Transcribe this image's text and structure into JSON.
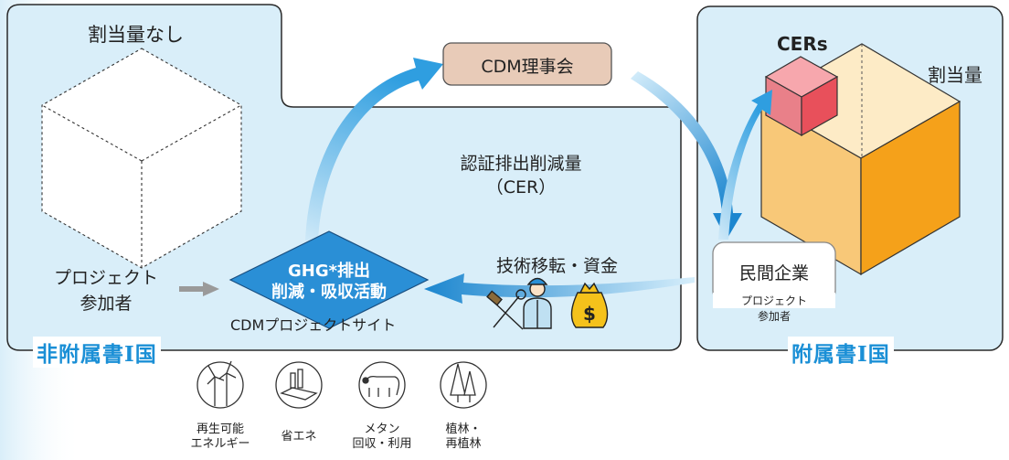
{
  "left_region": {
    "title": "割当量なし",
    "label": "非附属書I国"
  },
  "right_region": {
    "title": "割当量",
    "label": "附属書I国",
    "cers": "CERs"
  },
  "cdm_board": "CDM理事会",
  "cer_label": {
    "line1": "認証排出削減量",
    "line2": "（CER）"
  },
  "ghg_activity": {
    "line1": "GHG*排出",
    "line2": "削減・吸収活動"
  },
  "cdm_site": "CDMプロジェクトサイト",
  "participant": {
    "line1": "プロジェクト",
    "line2": "参加者"
  },
  "tech_transfer": "技術移転・資金",
  "company": {
    "name": "民間企業",
    "sub1": "プロジェクト",
    "sub2": "参加者"
  },
  "icons": [
    {
      "name": "wind-icon",
      "line1": "再生可能",
      "line2": "エネルギー"
    },
    {
      "name": "factory-icon",
      "line1": "省エネ",
      "line2": ""
    },
    {
      "name": "cow-icon",
      "line1": "メタン",
      "line2": "回収・利用"
    },
    {
      "name": "tree-icon",
      "line1": "植林・",
      "line2": "再植林"
    }
  ],
  "colors": {
    "panel": "#d9eef9",
    "accent": "#1a8fd6",
    "board": "#e8cbb8",
    "box_orange": "#f5a623",
    "cers_red": "#e8505b"
  }
}
